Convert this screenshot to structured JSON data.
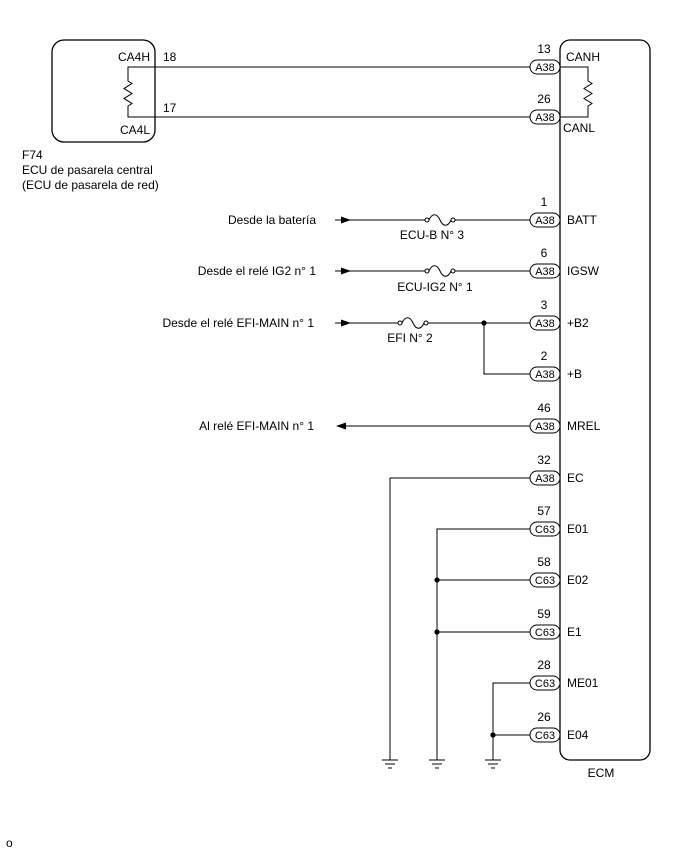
{
  "gateway_ecu": {
    "code": "F74",
    "name_line1": "ECU de pasarela central",
    "name_line2": "(ECU de pasarela de red)",
    "terminal_high": "CA4H",
    "terminal_low": "CA4L"
  },
  "can_wires": [
    {
      "number": "18"
    },
    {
      "number": "17"
    }
  ],
  "circuits": [
    {
      "source": "Desde la batería",
      "fuse": "ECU-B N° 3"
    },
    {
      "source": "Desde el relé IG2 n° 1",
      "fuse": "ECU-IG2 N° 1"
    },
    {
      "source": "Desde el relé EFI-MAIN n° 1",
      "fuse": "EFI N° 2"
    },
    {
      "source": "Al relé EFI-MAIN n° 1"
    }
  ],
  "ecm": {
    "label": "ECM",
    "pins": [
      {
        "number": "13",
        "connector": "A38",
        "terminal": "CANH"
      },
      {
        "number": "26",
        "connector": "A38",
        "terminal": "CANL"
      },
      {
        "number": "1",
        "connector": "A38",
        "terminal": "BATT"
      },
      {
        "number": "6",
        "connector": "A38",
        "terminal": "IGSW"
      },
      {
        "number": "3",
        "connector": "A38",
        "terminal": "+B2"
      },
      {
        "number": "2",
        "connector": "A38",
        "terminal": "+B"
      },
      {
        "number": "46",
        "connector": "A38",
        "terminal": "MREL"
      },
      {
        "number": "32",
        "connector": "A38",
        "terminal": "EC"
      },
      {
        "number": "57",
        "connector": "C63",
        "terminal": "E01"
      },
      {
        "number": "58",
        "connector": "C63",
        "terminal": "E02"
      },
      {
        "number": "59",
        "connector": "C63",
        "terminal": "E1"
      },
      {
        "number": "28",
        "connector": "C63",
        "terminal": "ME01"
      },
      {
        "number": "26",
        "connector": "C63",
        "terminal": "E04"
      }
    ]
  },
  "footnote": "o"
}
